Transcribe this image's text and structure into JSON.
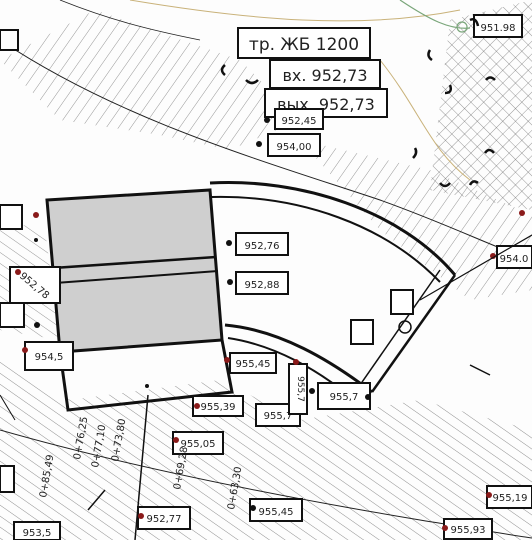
{
  "title_box": {
    "pipe": "тр. ЖБ 1200",
    "inlet": "вх. 952,73",
    "outlet": "вых. 952,73"
  },
  "spot_elevations": [
    "952,45",
    "954,00",
    "951.98",
    "952,76",
    "952,88",
    "954.0",
    "952,78",
    "954,5",
    "955,45",
    "955,39",
    "955,05",
    "952,77",
    "955,45",
    "953,5",
    "955,93",
    "955,19",
    "955,7",
    "955,7",
    "955,7"
  ],
  "chainage_labels": [
    "0+76,25",
    "0+77,10",
    "0+73,80",
    "0+85,49",
    "0+69,28",
    "0+63,30"
  ],
  "colors": {
    "line": "#111111",
    "hatch": "#444444",
    "culvert_fill": "#cfcfcf",
    "contour": "#c9b27a",
    "vegetation": "#7aa67a"
  }
}
